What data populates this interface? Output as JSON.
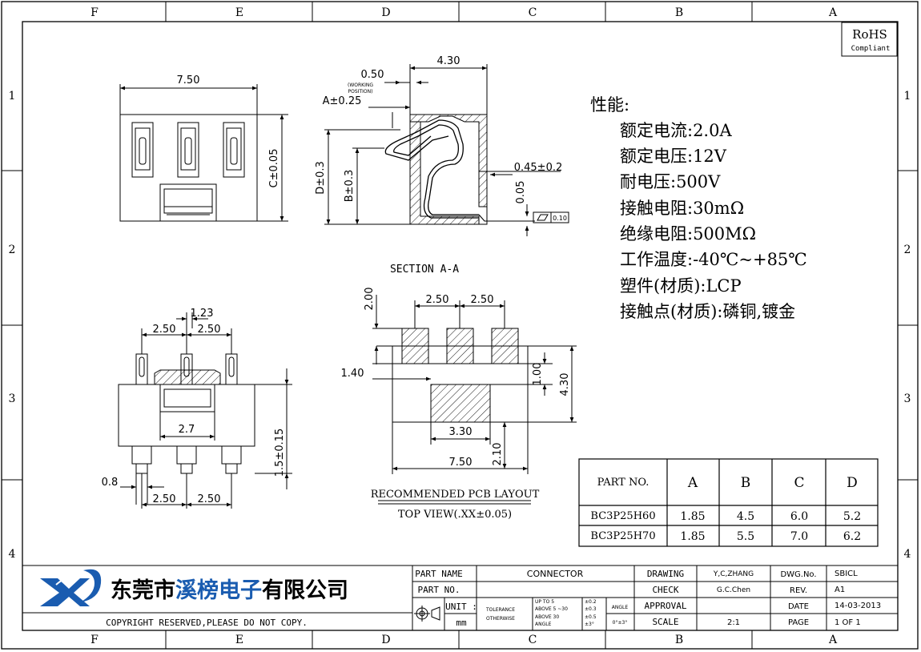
{
  "border": {
    "columns": [
      "F",
      "E",
      "D",
      "C",
      "B",
      "A"
    ],
    "rows": [
      "1",
      "2",
      "3",
      "4"
    ]
  },
  "rohs": {
    "title": "RoHS",
    "subtitle": "Compliant"
  },
  "top_view": {
    "width": "7.50",
    "height": "C±0.05"
  },
  "side_view": {
    "dim_total": "4.30",
    "dim_working": "0.50",
    "working_note": [
      "(WORKING",
      "POSITION)"
    ],
    "dim_a": "A±0.25",
    "dim_d": "D±0.3",
    "dim_b": "B±0.3",
    "dim_lead": "0.45±0.2",
    "dim_005": "0.05",
    "flatness": "0.10"
  },
  "section_label": "SECTION A-A",
  "front_view": {
    "dim_123": "1.23",
    "dim_pitch_top": [
      "2.50",
      "2.50"
    ],
    "dim_27": "2.7",
    "dim_height": "1.5±0.15",
    "dim_08": "0.8",
    "dim_pitch_bottom": [
      "2.50",
      "2.50"
    ]
  },
  "pcb_layout": {
    "dim_200": "2.00",
    "dim_pitch": [
      "2.50",
      "2.50"
    ],
    "dim_140": "1.40",
    "dim_100": "1.00",
    "dim_430": "4.30",
    "dim_330": "3.30",
    "dim_210": "2.10",
    "dim_750": "7.50",
    "title": "RECOMMENDED PCB LAYOUT",
    "subtitle": "TOP VIEW(.XX±0.05)"
  },
  "specs": {
    "heading": "性能:",
    "items": [
      "额定电流:2.0A",
      "额定电压:12V",
      "耐电压:500V",
      "接触电阻:30mΩ",
      "绝缘电阻:500MΩ",
      "工作温度:-40℃~+85℃",
      "塑件(材质):LCP",
      "接触点(材质):磷铜,镀金"
    ]
  },
  "part_table": {
    "headers": [
      "PART NO.",
      "A",
      "B",
      "C",
      "D"
    ],
    "rows": [
      [
        "BC3P25H60",
        "1.85",
        "4.5",
        "6.0",
        "5.2"
      ],
      [
        "BC3P25H70",
        "1.85",
        "5.5",
        "7.0",
        "6.2"
      ]
    ]
  },
  "title_block": {
    "company_prefix": "东莞市",
    "company_highlight": "溪榜电子",
    "company_suffix": "有限公司",
    "copyright": "COPYRIGHT RESERVED,PLEASE DO NOT COPY.",
    "part_name_label": "PART NAME",
    "part_name_value": "CONNECTOR",
    "part_no_label": "PART NO.",
    "unit_label": "UNIT :",
    "unit_value": "mm",
    "tolerance_label": [
      "TOLERANCE",
      "OTHERWISE"
    ],
    "tolerance_ranges": [
      "UP TO 5",
      "ABOVE 5 ~30",
      "ABOVE 30",
      "ANGLE"
    ],
    "tolerance_values": [
      "±0.2",
      "±0.3",
      "±0.5",
      "±3°"
    ],
    "angle_label": "ANGLE",
    "angle_value": "0°±3°",
    "drawing_label": "DRAWING",
    "drawing_value": "Y,C,ZHANG",
    "check_label": "CHECK",
    "check_value": "G.C.Chen",
    "approval_label": "APPROVAL",
    "scale_label": "SCALE",
    "scale_value": "2:1",
    "dwg_label": "DWG.No.",
    "dwg_value": "SBICL",
    "rev_label": "REV.",
    "rev_value": "A1",
    "date_label": "DATE",
    "date_value": "14-03-2013",
    "page_label": "PAGE",
    "page_value": "1 OF 1"
  }
}
